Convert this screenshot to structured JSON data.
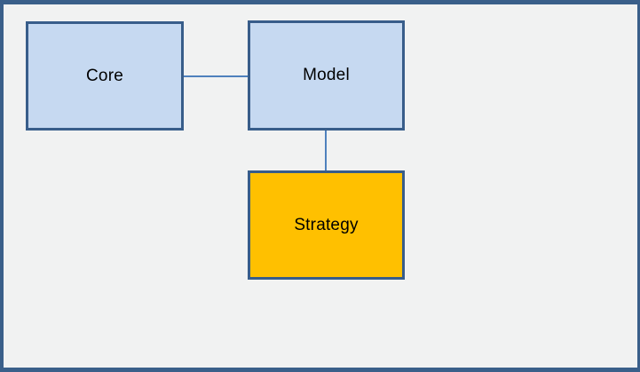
{
  "diagram": {
    "background_color": "#F1F2F2",
    "frame_color": "#3A5F8A",
    "node_border_color": "#385D8A",
    "connector_color": "#4F81BD",
    "nodes": {
      "core": {
        "label": "Core",
        "fill": "#C6D9F1"
      },
      "model": {
        "label": "Model",
        "fill": "#C6D9F1"
      },
      "strategy": {
        "label": "Strategy",
        "fill": "#FFC000"
      }
    },
    "connectors": [
      {
        "from": "core",
        "to": "model",
        "orientation": "horizontal"
      },
      {
        "from": "model",
        "to": "strategy",
        "orientation": "vertical"
      }
    ]
  }
}
